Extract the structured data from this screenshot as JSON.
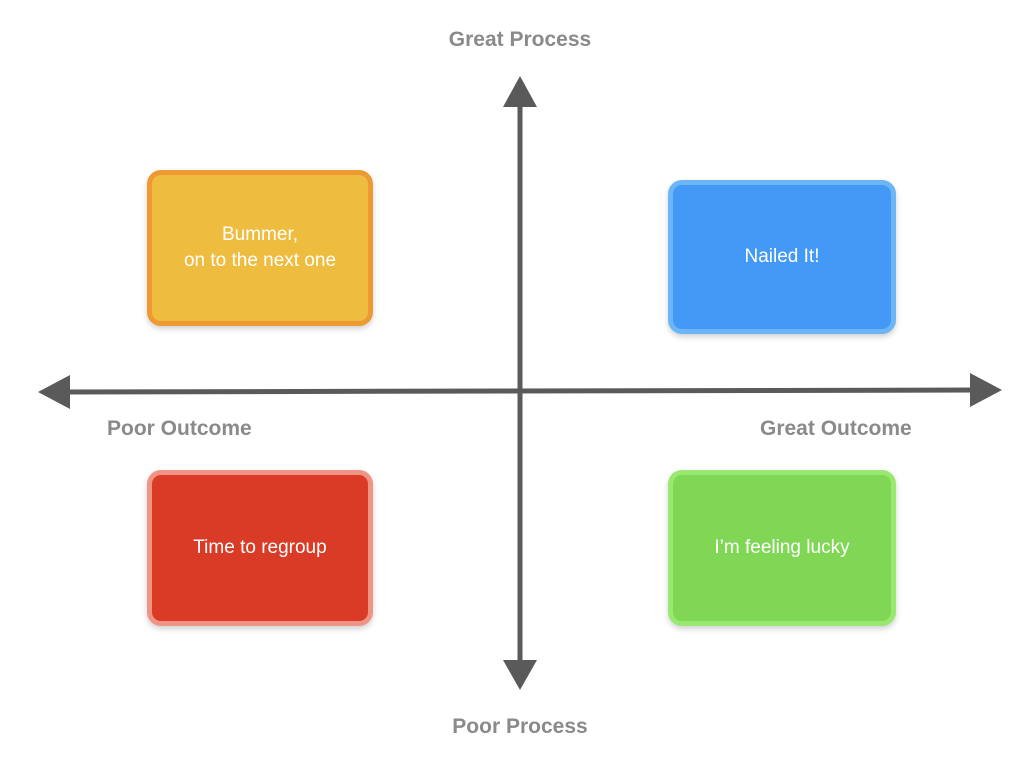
{
  "axes": {
    "top_label": "Great Process",
    "bottom_label": "Poor Process",
    "left_label": "Poor Outcome",
    "right_label": "Great Outcome",
    "color": "#5a5a5a",
    "label_color": "#8a8a8a"
  },
  "quadrants": {
    "top_left": {
      "text": "Bummer,\non to the next one",
      "fill": "#eebd40",
      "border": "#ee9a33"
    },
    "top_right": {
      "text": "Nailed It!",
      "fill": "#4399f5",
      "border": "#6cb6f7"
    },
    "bottom_left": {
      "text": "Time to regroup",
      "fill": "#da3b26",
      "border": "#f09485"
    },
    "bottom_right": {
      "text": "I’m feeling lucky",
      "fill": "#80d655",
      "border": "#99e86f"
    }
  }
}
